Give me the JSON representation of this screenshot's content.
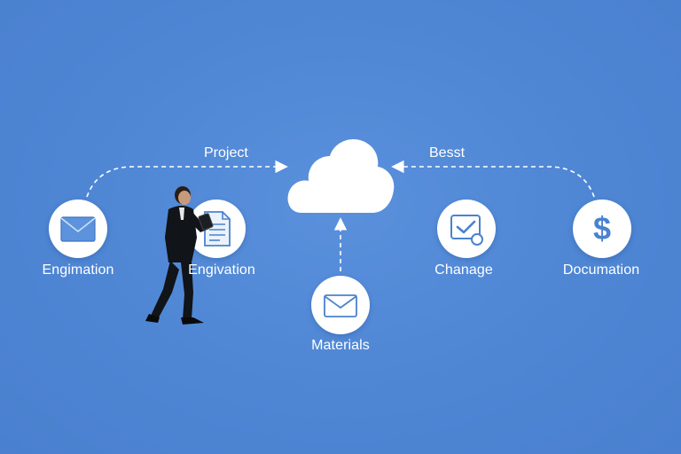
{
  "nodes": {
    "engimation": {
      "label": "Engimation",
      "icon": "envelope-icon"
    },
    "engivation": {
      "label": "Engivation",
      "icon": "document-icon"
    },
    "cloud": {
      "icon": "cloud-icon"
    },
    "materials": {
      "label": "Materials",
      "icon": "envelope-icon"
    },
    "chanage": {
      "label": "Chanage",
      "icon": "checklist-icon"
    },
    "documation": {
      "label": "Documation",
      "icon": "dollar-icon"
    }
  },
  "edges": {
    "left": {
      "label": "Project"
    },
    "right": {
      "label": "Besst"
    }
  },
  "colors": {
    "background": "#4e86d4",
    "node_fill": "#ffffff",
    "icon_blue": "#4a82d0",
    "connector": "#ffffff"
  }
}
